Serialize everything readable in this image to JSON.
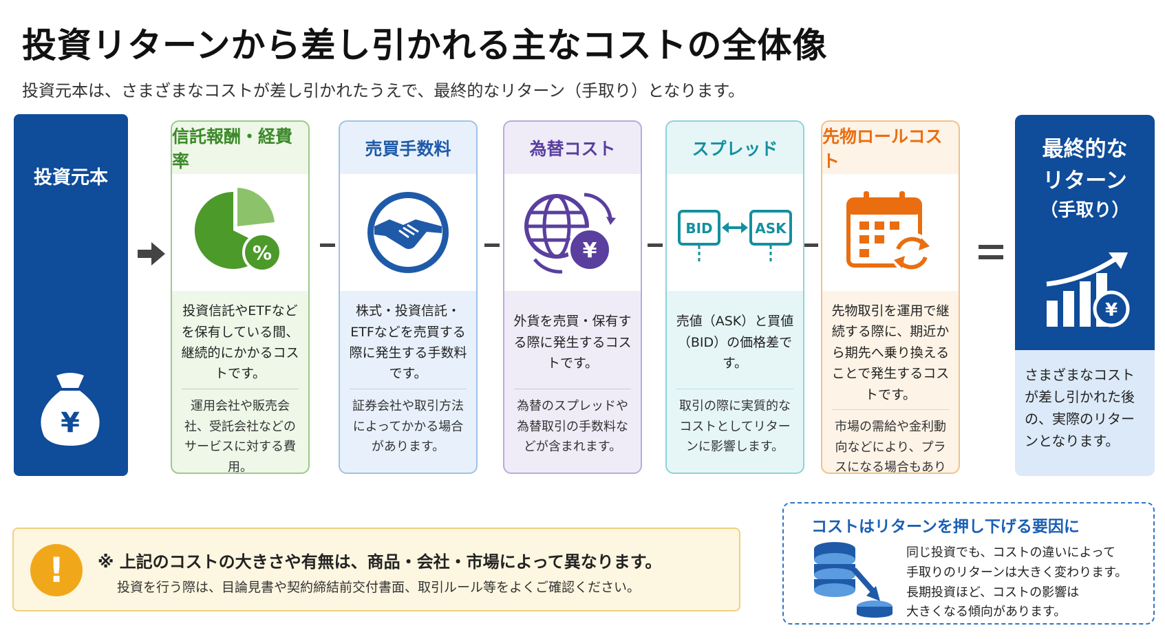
{
  "title": "投資リターンから差し引かれる主なコストの全体像",
  "subtitle": "投資元本は、さまざまなコストが差し引かれたうえで、最終的なリターン（手取り）となります。",
  "principal": {
    "label": "投資元本",
    "icon": "money-bag-yen-icon"
  },
  "cards": [
    {
      "title": "信託報酬・経費率",
      "icon": "pie-chart-percent-icon",
      "desc": "投資信託やETFなどを保有している間、継続的にかかるコストです。",
      "note": "運用会社や販売会社、受託会社などのサービスに対する費用。",
      "color": "#3c8a2a"
    },
    {
      "title": "売買手数料",
      "icon": "handshake-icon",
      "desc": "株式・投資信託・ETFなどを売買する際に発生する手数料です。",
      "note": "証券会社や取引方法によってかかる場合があります。",
      "color": "#1f5aa8"
    },
    {
      "title": "為替コスト",
      "icon": "globe-yen-exchange-icon",
      "desc": "外貨を売買・保有する際に発生するコストです。",
      "note": "為替のスプレッドや為替取引の手数料などが含まれます。",
      "color": "#5a3f9e"
    },
    {
      "title": "スプレッド",
      "icon": "bid-ask-icon",
      "desc": "売値（ASK）と買値（BID）の価格差です。",
      "note": "取引の際に実質的なコストとしてリターンに影響します。",
      "bid": "BID",
      "ask": "ASK",
      "color": "#1390a0"
    },
    {
      "title": "先物ロールコスト",
      "icon": "calendar-rollover-icon",
      "desc": "先物取引を運用で継続する際に、期近から期先へ乗り換えることで発生するコストです。",
      "note": "市場の需給や金利動向などにより、プラスになる場合もあります。",
      "color": "#ea6d10"
    }
  ],
  "final": {
    "label_line1": "最終的な",
    "label_line2": "リターン",
    "label_line3": "（手取り）",
    "icon": "growth-chart-yen-icon",
    "desc": "さまざまなコストが差し引かれた後の、実際のリターンとなります。"
  },
  "warning": {
    "icon": "exclamation-icon",
    "main": "※ 上記のコストの大きさや有無は、商品・会社・市場によって異なります。",
    "sub": "投資を行う際は、目論見書や契約締結前交付書面、取引ルール等をよくご確認ください。"
  },
  "info": {
    "title": "コストはリターンを押し下げる要因に",
    "icon": "coins-decrease-icon",
    "lines": [
      "同じ投資でも、コストの違いによって",
      "手取りのリターンは大きく変わります。",
      "長期投資ほど、コストの影響は",
      "大きくなる傾向があります。"
    ]
  }
}
